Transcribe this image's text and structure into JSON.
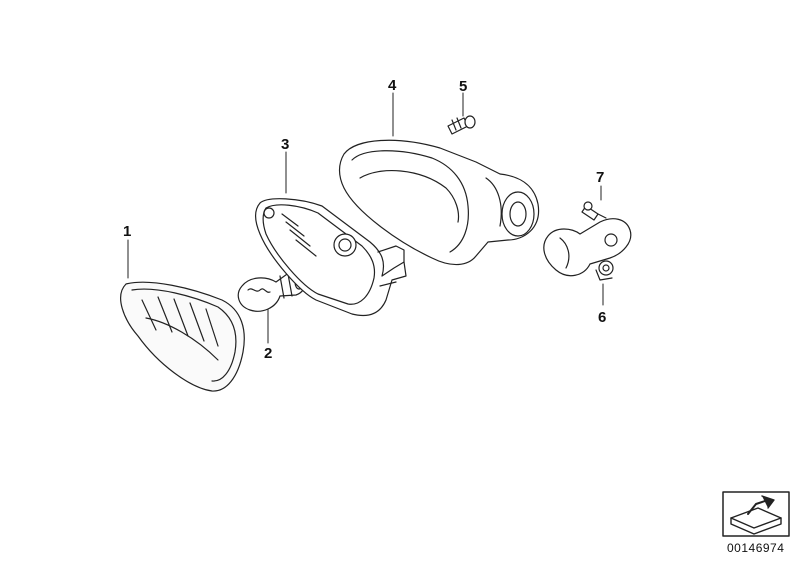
{
  "callouts": [
    "1",
    "2",
    "3",
    "4",
    "5",
    "6",
    "7"
  ],
  "document_number": "00146974",
  "icons": [
    "lens-part",
    "bulb-part",
    "reflector-part",
    "housing-part",
    "screw-part",
    "bracket-part",
    "screw-part",
    "catalog-arrow-icon"
  ]
}
